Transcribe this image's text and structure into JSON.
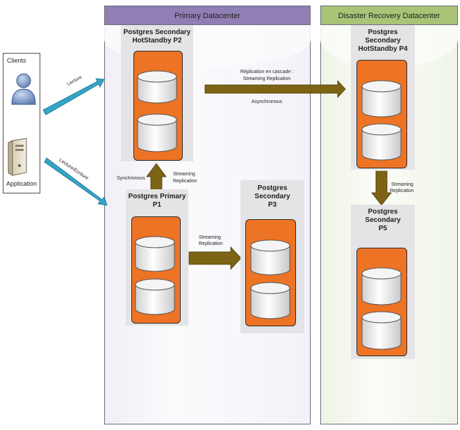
{
  "datacenters": {
    "primary": {
      "title": "Primary Datacenter"
    },
    "dr": {
      "title": "Disaster Recovery Datacenter"
    }
  },
  "clients": {
    "clients_label": "Clients",
    "application_label": "Application"
  },
  "nodes": {
    "p2": {
      "title_line1": "Postgres Secondary",
      "title_line2": "HotStandby P2"
    },
    "p1": {
      "title_line1": "Postgres Primary",
      "title_line2": "P1"
    },
    "p3": {
      "title_line1": "Postgres",
      "title_line2": "Secondary",
      "title_line3": "P3"
    },
    "p4": {
      "title_line1": "Postgres",
      "title_line2": "Secondary",
      "title_line3": "HotStandby P4"
    },
    "p5": {
      "title_line1": "Postgres",
      "title_line2": "Secondary",
      "title_line3": "P5"
    }
  },
  "connections": {
    "lecture": "Lecture",
    "lecture_ecriture": "Lecture/Ecriture",
    "p1_p2_sync": "Synchronous",
    "p1_p2_line1": "Streaming",
    "p1_p2_line2": "Replication",
    "p1_p3_line1": "Streaming",
    "p1_p3_line2": "Replication",
    "cascade_line1": "Réplication en cascade :",
    "cascade_line2": "Streaming Replication",
    "cascade_async": "Asynchronous",
    "p4_p5_line1": "Streaming",
    "p4_p5_line2": "Replication"
  },
  "colors": {
    "primary_header": "#8f7fb5",
    "dr_header": "#a9c477",
    "node_orange": "#ed7325",
    "arrow_olive": "#7d6414",
    "client_arrow": "#35a4c8"
  }
}
